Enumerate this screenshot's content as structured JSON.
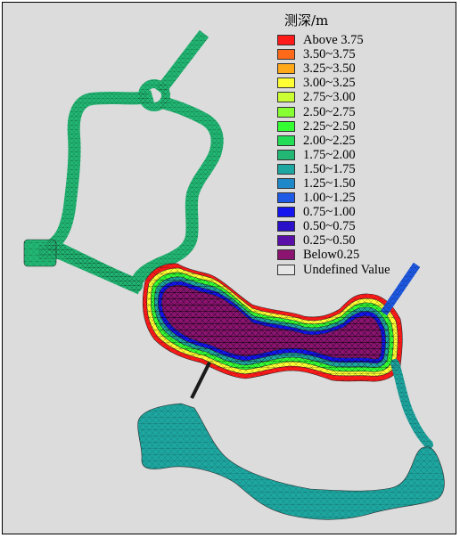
{
  "legend": {
    "title": "测深/m",
    "items": [
      {
        "label": "Above 3.75",
        "color": "#ff1a1a"
      },
      {
        "label": "3.50~3.75",
        "color": "#ff6a1a"
      },
      {
        "label": "3.25~3.50",
        "color": "#ffa81a"
      },
      {
        "label": "3.00~3.25",
        "color": "#ffff33"
      },
      {
        "label": "2.75~3.00",
        "color": "#ccff33"
      },
      {
        "label": "2.50~2.75",
        "color": "#88ff33"
      },
      {
        "label": "2.25~2.50",
        "color": "#33ff33"
      },
      {
        "label": "2.00~2.25",
        "color": "#22dd55"
      },
      {
        "label": "1.75~2.00",
        "color": "#22b874"
      },
      {
        "label": "1.50~1.75",
        "color": "#1ea6a0"
      },
      {
        "label": "1.25~1.50",
        "color": "#1e88c8"
      },
      {
        "label": "1.00~1.25",
        "color": "#1e5ae6"
      },
      {
        "label": "0.75~1.00",
        "color": "#1414ee"
      },
      {
        "label": "0.50~0.75",
        "color": "#2a10c8"
      },
      {
        "label": "0.25~0.50",
        "color": "#5a10a8"
      },
      {
        "label": "Below0.25",
        "color": "#8a1470"
      },
      {
        "label": "Undefined Value",
        "color": "#e6e6e6"
      }
    ]
  },
  "map_colors": {
    "upper_channel": "#22b874",
    "lower_channel": "#1ea6a0",
    "lake_edge_red": "#ff1a1a",
    "lake_edge_yellow": "#ffff33",
    "lake_edge_green": "#33ff33",
    "lake_edge_cyan": "#1ea6a0",
    "lake_edge_blue": "#1414ee",
    "lake_core": "#8a1470",
    "connector_channel": "#1e5ae6",
    "mesh_line": "#000000"
  }
}
